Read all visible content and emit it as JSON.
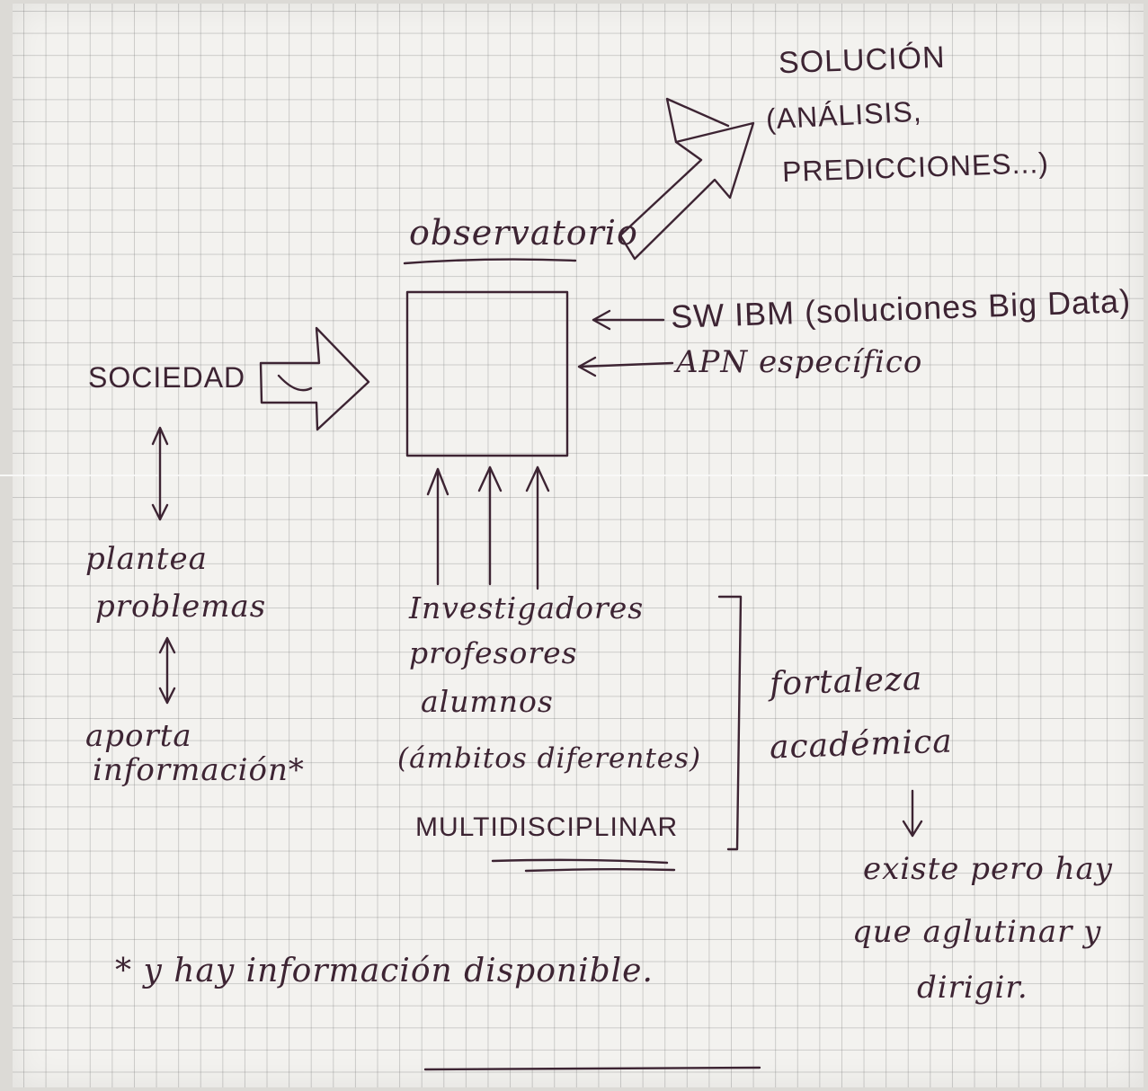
{
  "notes": {
    "solucion": {
      "line1": "SOLUCIÓN",
      "line2": "(ANÁLISIS,",
      "line3": "PREDICCIONES...)"
    },
    "observatorio": "observatorio",
    "sw_ibm": "SW IBM (soluciones Big Data)",
    "apn": "APN específico",
    "sociedad": "SOCIEDAD",
    "plantea": {
      "line1": "plantea",
      "line2": "problemas"
    },
    "aporta": {
      "line1": "aporta",
      "line2": "información*"
    },
    "investigadores": {
      "line1": "Investigadores",
      "line2": "profesores",
      "line3": "alumnos",
      "line4": "(ámbitos diferentes)",
      "line5": "MULTIDISCIPLINAR"
    },
    "fortaleza": {
      "line1": "fortaleza",
      "line2": "académica"
    },
    "existe": {
      "line1": "existe pero hay",
      "line2": "que aglutinar y",
      "line3": "dirigir."
    },
    "footnote": "* y hay información disponible."
  },
  "colors": {
    "ink": "#3d2433",
    "paper": "#f3f2ef",
    "grid": "#a8a8a8"
  }
}
